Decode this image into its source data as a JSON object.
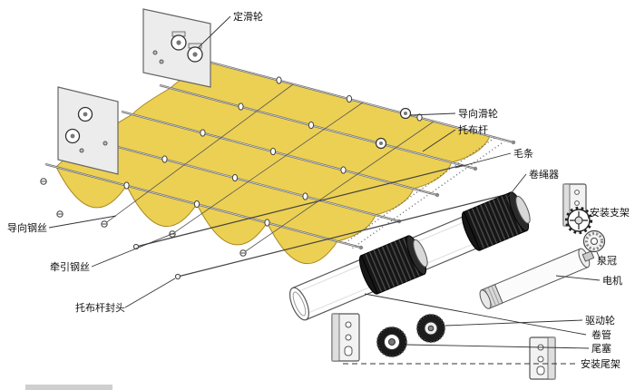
{
  "labels": {
    "fixed_pulley": "定滑轮",
    "guide_pulley": "导向滑轮",
    "support_rod": "托布杆",
    "brush_strip": "毛条",
    "cord_winder": "卷绳器",
    "mounting_bracket": "安装支架",
    "crown": "泉冠",
    "motor": "电机",
    "drive_wheel": "驱动轮",
    "roller_tube": "卷管",
    "tail_plug": "尾塞",
    "tail_mounting_bracket": "安装尾架",
    "guide_wire": "导向钢丝",
    "pull_wire": "牵引钢丝",
    "support_rod_end_cap": "托布杆封头"
  },
  "colors": {
    "fabric": "#ecd053",
    "fabric_edge": "#a8871f",
    "outline": "#333333",
    "metal_light": "#ececec",
    "part_dark": "#161616",
    "background": "#ffffff"
  }
}
